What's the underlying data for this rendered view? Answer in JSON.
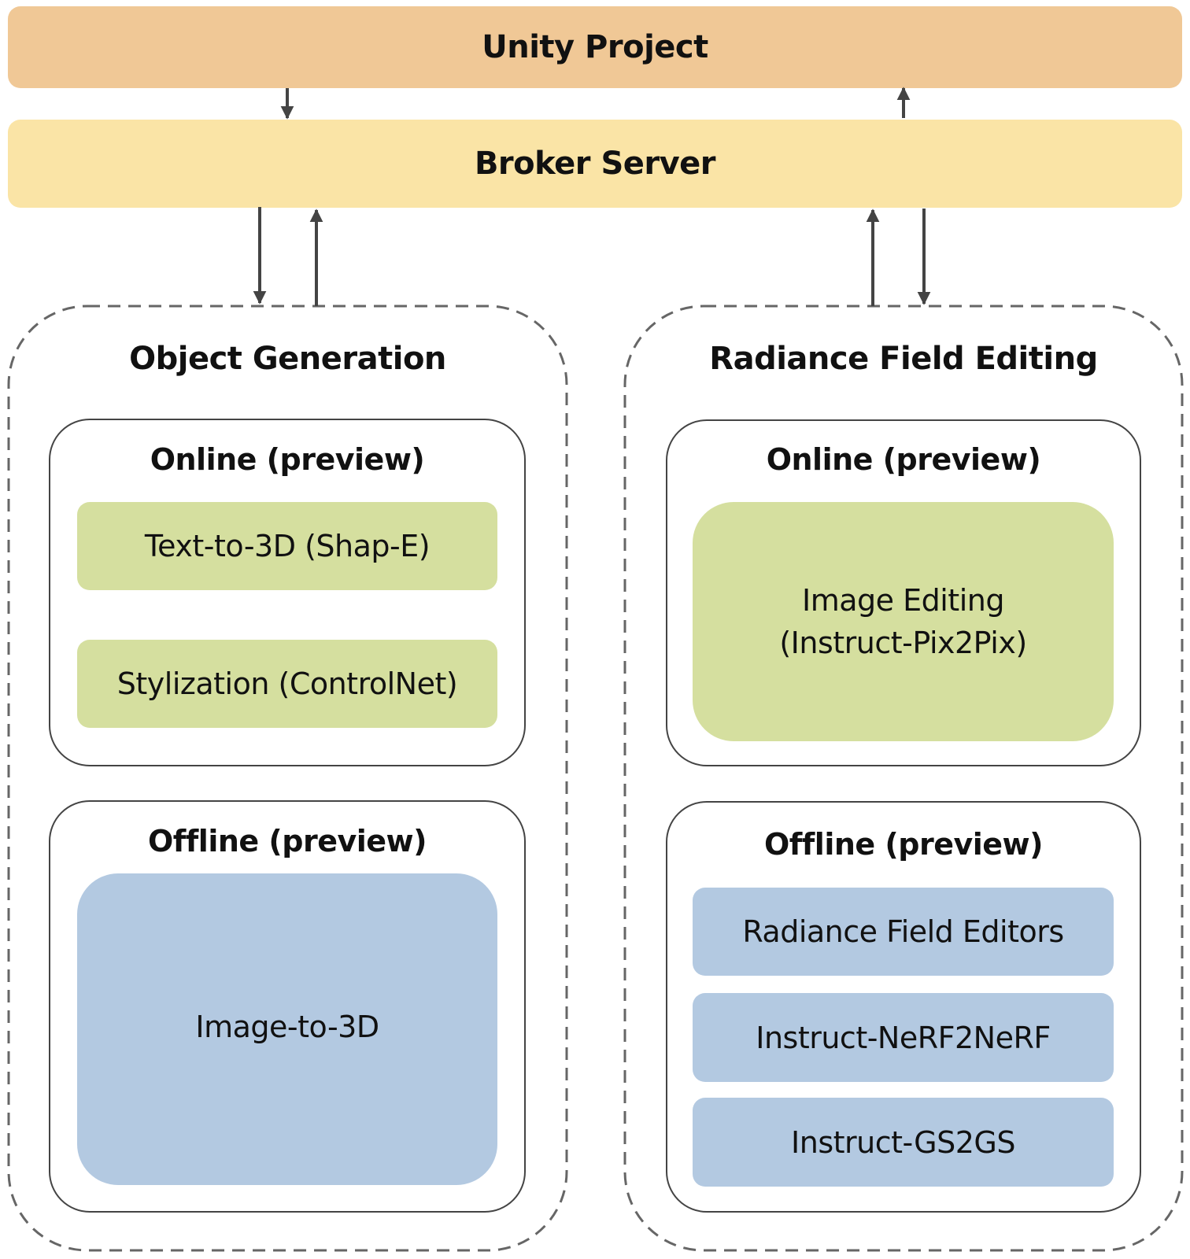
{
  "top": {
    "unity_label": "Unity Project",
    "broker_label": "Broker Server"
  },
  "panels": {
    "object_generation": {
      "title": "Object Generation",
      "online": {
        "title": "Online (preview)",
        "steps": [
          "Text-to-3D (Shap-E)",
          "Stylization (ControlNet)"
        ]
      },
      "offline": {
        "title": "Offline (preview)",
        "items": [
          "Image-to-3D"
        ]
      }
    },
    "radiance_field_editing": {
      "title": "Radiance Field Editing",
      "online": {
        "title": "Online (preview)",
        "items": [
          "Image Editing",
          "(Instruct-Pix2Pix)"
        ]
      },
      "offline": {
        "title": "Offline (preview)",
        "items": [
          "Radiance Field Editors",
          "Instruct-NeRF2NeRF",
          "Instruct-GS2GS"
        ]
      }
    }
  },
  "colors": {
    "unity": "#F0C896",
    "broker": "#FAE4A6",
    "online_block": "#D5DF9F",
    "offline_block": "#B3C9E1",
    "stroke": "#444444",
    "dashed": "#666666"
  }
}
